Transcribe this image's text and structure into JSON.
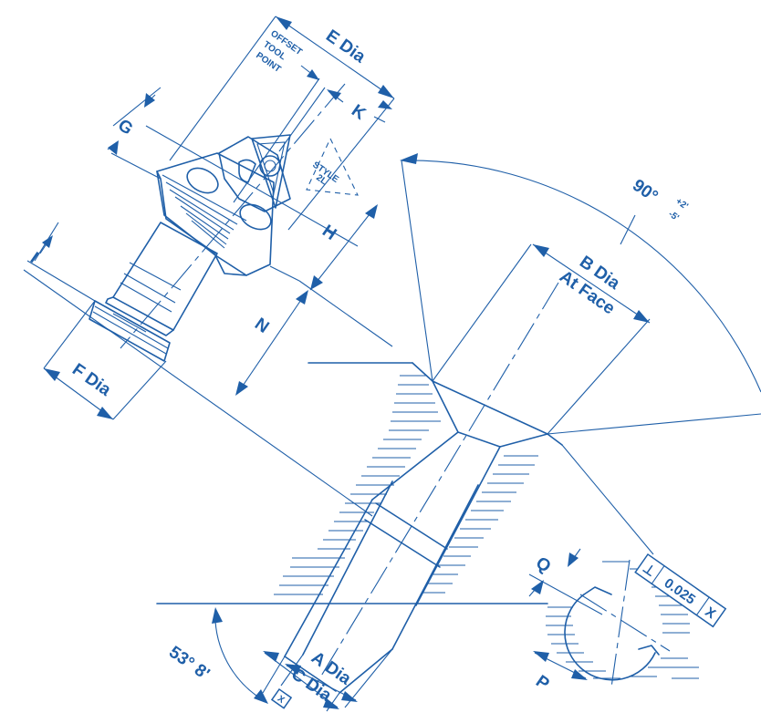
{
  "labels": {
    "e_dia": "E Dia",
    "offset": "OFFSET",
    "tool": "TOOL",
    "point": "POINT",
    "k": "K",
    "g": "G",
    "style_1": "STYLE",
    "style_2": "2L",
    "h": "H",
    "n": "N",
    "i": "I",
    "f_dia": "F Dia",
    "b_dia": "B Dia",
    "at_face": "At Face",
    "angle_90": "90°",
    "tol_plus": "+2'",
    "tol_minus": "-5'",
    "q": "Q",
    "p": "P",
    "a_dia": "A Dia",
    "c_dia": "C Dia",
    "angle_53": "53° 8'",
    "datum_x_small": "X",
    "perp_symbol": "⊥",
    "tolerance": "0.025",
    "datum_x": "X"
  },
  "colors": {
    "ink": "#1f5fa8",
    "paper": "#ffffff"
  }
}
